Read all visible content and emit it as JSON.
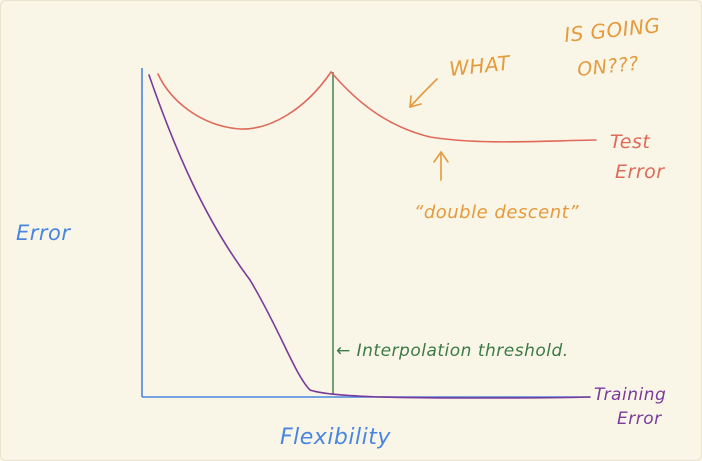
{
  "labels": {
    "y_axis": "Error",
    "x_axis": "Flexibility",
    "test_error_line1": "Test",
    "test_error_line2": "Error",
    "training_error_line1": "Training",
    "training_error_line2": "Error",
    "interpolation": "← Interpolation threshold.",
    "what_line1": "WHAT",
    "what_line2": "IS GOING",
    "what_line3": "ON???",
    "double_descent": "“double descent”",
    "arrow_up": "↑"
  },
  "colors": {
    "background": "#f9f6e8",
    "axis": "#4a86e0",
    "test_curve": "#e06a5a",
    "training_curve": "#7a3a9a",
    "threshold": "#3c7a45",
    "annotation_orange": "#e59a3c",
    "training_label": "#7a3a9a",
    "axis_label": "#4a86e0"
  },
  "icons": {
    "what_arrow": "arrow-down-left-icon",
    "double_descent_arrow": "arrow-up-icon"
  }
}
